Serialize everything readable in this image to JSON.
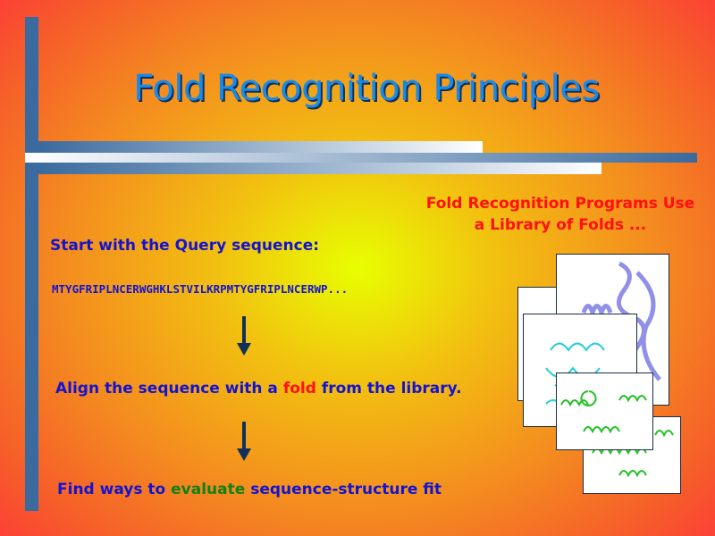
{
  "slide": {
    "title": "Fold Recognition Principles",
    "library_note_line1": "Fold Recognition Programs Use",
    "library_note_line2": "a Library of Folds ...",
    "step1": "Start with the Query sequence:",
    "sequence": "MTYGFRIPLNCERWGHKLSTVILKRPMTYGFRIPLNCERWP...",
    "step2_pre": "Align the sequence with a ",
    "step2_highlight": "fold",
    "step2_post": " from the library.",
    "step3_pre": "Find ways to ",
    "step3_highlight": "evaluate",
    "step3_post": " sequence-structure fit"
  },
  "colors": {
    "text": "#1414d0",
    "fold": "#ff1010",
    "evaluate": "#108010",
    "accent": "#3a6a9e"
  }
}
